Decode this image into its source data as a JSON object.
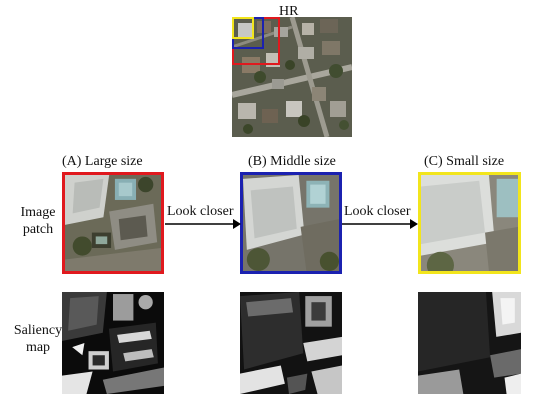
{
  "hr_label": "HR",
  "columns": [
    {
      "label": "(A) Large size",
      "frame_color": "#e0191e"
    },
    {
      "label": "(B) Middle size",
      "frame_color": "#1b21b0"
    },
    {
      "label": "(C) Small size",
      "frame_color": "#f2e51c"
    }
  ],
  "rows": {
    "image_patch": [
      "Image",
      "patch"
    ],
    "saliency_map": [
      "Saliency",
      "map"
    ]
  },
  "arrows": [
    {
      "label": "Look closer"
    },
    {
      "label": "Look closer"
    }
  ],
  "colors": {
    "large_box": "#e0191e",
    "middle_box": "#1b21b0",
    "small_box": "#f2e51c"
  }
}
